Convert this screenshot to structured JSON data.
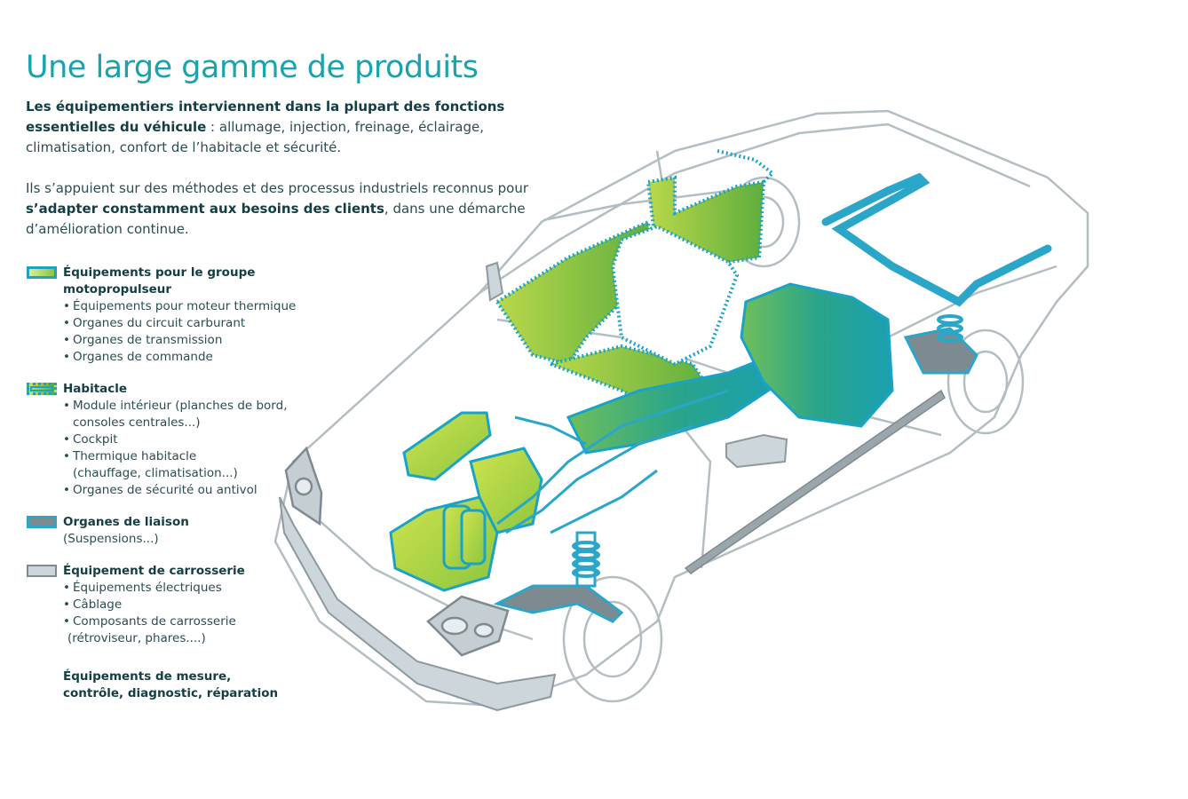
{
  "title": "Une large gamme de produits",
  "intro": {
    "p1_bold": "Les équipementiers interviennent dans la plupart des fonctions essentielles du véhicule",
    "p1_rest": " : allumage, injection, freinage, éclairage, climatisation, confort de l’habitacle et sécurité.",
    "p2_start": "Ils s’appuient sur des méthodes et des processus industriels reconnus pour ",
    "p2_bold": "s’adapter constamment aux besoins des clients",
    "p2_end": ", dans une démarche d’amélioration continue."
  },
  "legend": [
    {
      "heading": "Équipements pour le groupe motopropulseur",
      "items": [
        "Équipements pour moteur thermique",
        "Organes du circuit carburant",
        "Organes de transmission",
        "Organes de commande"
      ]
    },
    {
      "heading": "Habitacle",
      "items": [
        "Module intérieur   (planches de bord,",
        "Cockpit",
        "Thermique habitacle",
        "Organes de sécurité ou antivol"
      ],
      "continuations": [
        "consoles centrales...)",
        "(chauffage, climatisation...)"
      ]
    },
    {
      "heading": "Organes de liaison",
      "note": "(Suspensions...)"
    },
    {
      "heading": "Équipement de carrosserie",
      "items": [
        "Équipements électriques",
        "Câblage",
        "Composants de carrosserie"
      ],
      "continuation": "(rétroviseur, phares....)"
    },
    {
      "heading": "Équipements de mesure, contrôle, diagnostic, réparation"
    }
  ],
  "colors": {
    "title": "#1ba3ac",
    "accent_blue": "#1ba3c7",
    "green_light": "#d9ef9a",
    "green_dark": "#5aa83b",
    "teal": "#1aa5a8",
    "body_grey": "#ccd6db",
    "outline_grey": "#9aa6ab"
  }
}
